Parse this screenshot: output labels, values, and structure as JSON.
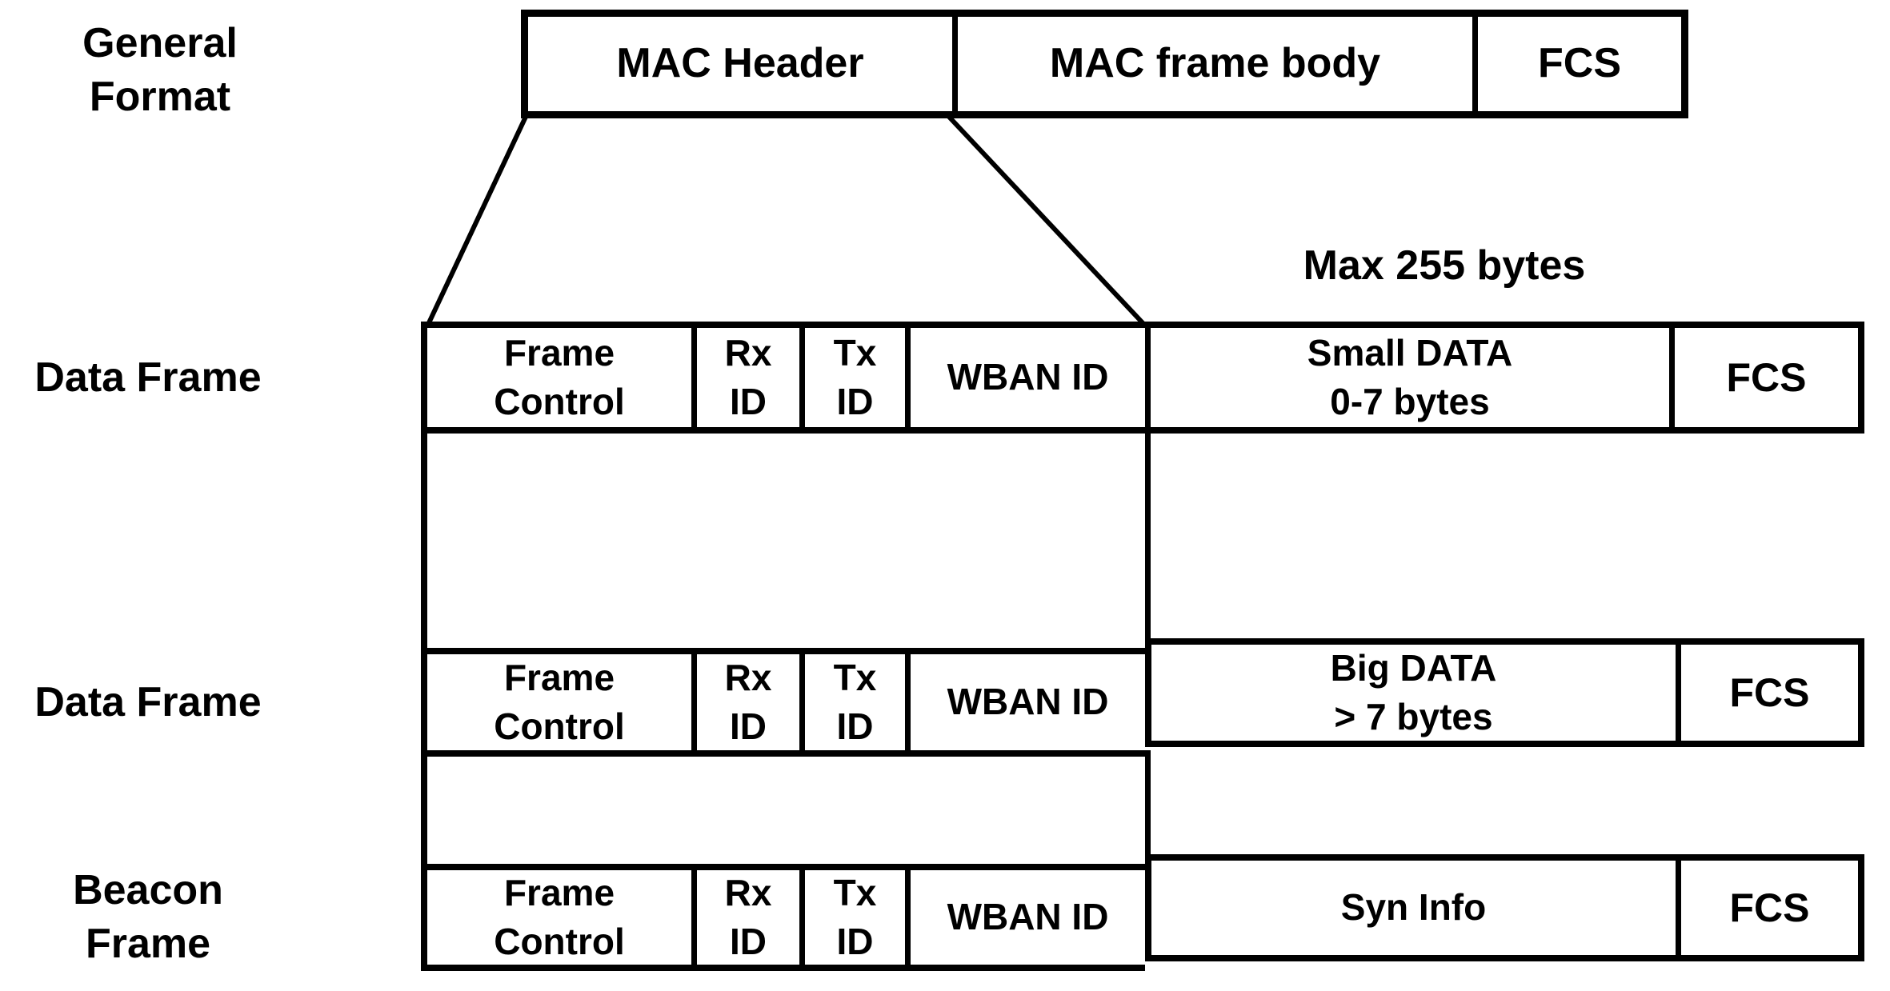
{
  "colors": {
    "ink": "#000000",
    "background": "#ffffff"
  },
  "general_format": {
    "row_label": "General\nFormat",
    "cells": {
      "mac_header": "MAC Header",
      "mac_frame_body": "MAC frame body",
      "fcs": "FCS"
    }
  },
  "annotation": {
    "max_bytes": "Max 255 bytes"
  },
  "frames": [
    {
      "row_label": "Data Frame",
      "frame_control": "Frame\nControl",
      "rx_id": "Rx\nID",
      "tx_id": "Tx\nID",
      "wban_id": "WBAN ID",
      "payload": "Small DATA\n0-7 bytes",
      "fcs": "FCS"
    },
    {
      "row_label": "Data Frame",
      "frame_control": "Frame\nControl",
      "rx_id": "Rx\nID",
      "tx_id": "Tx\nID",
      "wban_id": "WBAN ID",
      "payload": "Big DATA\n> 7 bytes",
      "fcs": "FCS"
    },
    {
      "row_label": "Beacon\nFrame",
      "frame_control": "Frame\nControl",
      "rx_id": "Rx\nID",
      "tx_id": "Tx\nID",
      "wban_id": "WBAN ID",
      "payload": "Syn Info",
      "fcs": "FCS"
    }
  ]
}
